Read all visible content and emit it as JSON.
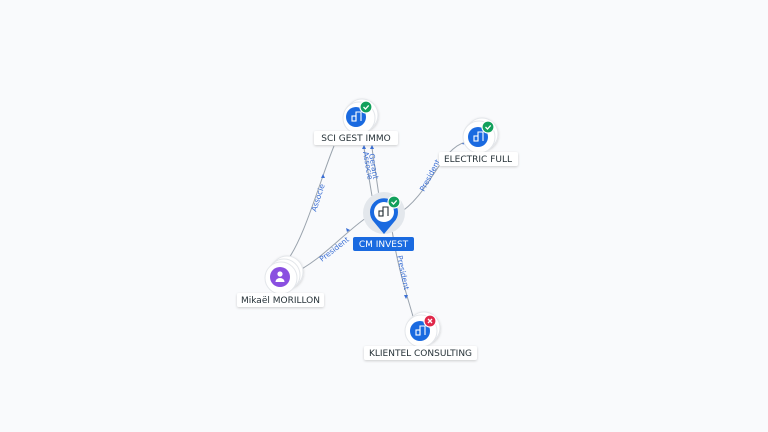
{
  "colors": {
    "company": "#1a6ae0",
    "person": "#8a4fe0",
    "active": "#12a05c",
    "closed": "#e0284a",
    "edge": "#9aa3ad",
    "edge_label": "#3b6fd4"
  },
  "nodes": [
    {
      "id": "cm",
      "label": "CM INVEST",
      "kind": "company",
      "status": "active",
      "main": true,
      "icon": "building-icon"
    },
    {
      "id": "sci",
      "label": "SCI GEST IMMO",
      "kind": "company",
      "status": "active",
      "icon": "building-icon"
    },
    {
      "id": "ef",
      "label": "ELECTRIC FULL",
      "kind": "company",
      "status": "active",
      "icon": "building-icon"
    },
    {
      "id": "kc",
      "label": "KLIENTEL CONSULTING",
      "kind": "company",
      "status": "closed",
      "icon": "building-icon"
    },
    {
      "id": "mm",
      "label": "Mikaël MORILLON",
      "kind": "person",
      "icon": "person-icon"
    }
  ],
  "edges": [
    {
      "id": "e1",
      "label": "Gerant",
      "from": "cm",
      "to": "sci"
    },
    {
      "id": "e2",
      "label": "Associe",
      "from": "cm",
      "to": "sci"
    },
    {
      "id": "e3",
      "label": "President",
      "from": "cm",
      "to": "ef"
    },
    {
      "id": "e4",
      "label": "President",
      "from": "cm",
      "to": "kc"
    },
    {
      "id": "e5",
      "label": "President",
      "from": "mm",
      "to": "cm"
    },
    {
      "id": "e6",
      "label": "Associe",
      "from": "mm",
      "to": "sci"
    }
  ]
}
